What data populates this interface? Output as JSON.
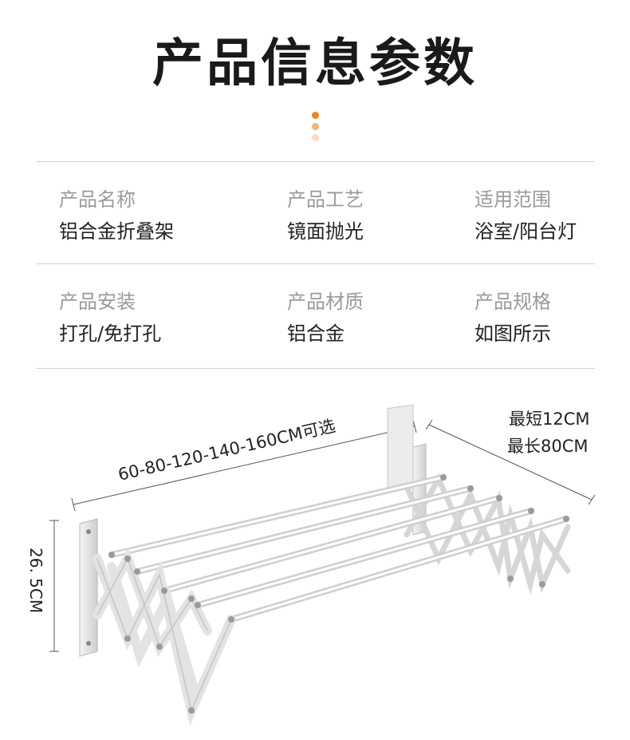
{
  "header": {
    "title": "产品信息参数"
  },
  "specs": {
    "rows": [
      [
        {
          "label": "产品名称",
          "value": "铝合金折叠架"
        },
        {
          "label": "产品工艺",
          "value": "镜面抛光"
        },
        {
          "label": "适用范围",
          "value": "浴室/阳台灯"
        }
      ],
      [
        {
          "label": "产品安装",
          "value": "打孔/免打孔"
        },
        {
          "label": "产品材质",
          "value": "铝合金"
        },
        {
          "label": "产品规格",
          "value": "如图所示"
        }
      ]
    ]
  },
  "dimensions": {
    "length_options": "60-80-120-140-160CM可选",
    "depth_min": "最短12CM",
    "depth_max": "最长80CM",
    "height": "26. 5CM"
  },
  "colors": {
    "accent": "#e8862a",
    "accent_mid": "#f0b57a",
    "accent_light": "#f8dcc0",
    "divider": "#cfcfcf",
    "label_text": "#9a9a9a"
  }
}
